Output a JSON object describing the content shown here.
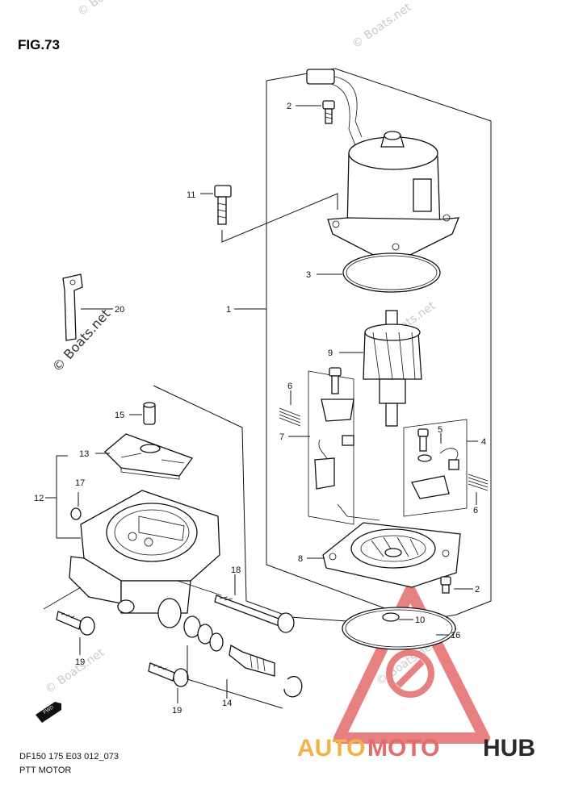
{
  "figure_title": "FIG.73",
  "footer": {
    "code": "DF150 175 E03 012_073",
    "name": "PTT MOTOR"
  },
  "watermarks": {
    "site": "© Boats.net",
    "brand_auto": "AUTO",
    "brand_moto": "MOTO",
    "brand_hub": "HUB"
  },
  "colors": {
    "brand_orange": "#f2b24a",
    "brand_red": "#e36b6b",
    "brand_dark": "#2a2a2a"
  },
  "callouts": {
    "c1": "1",
    "c2a": "2",
    "c2b": "2",
    "c3": "3",
    "c4": "4",
    "c5": "5",
    "c6a": "6",
    "c6b": "6",
    "c7": "7",
    "c8": "8",
    "c9": "9",
    "c10": "10",
    "c11": "11",
    "c12": "12",
    "c13": "13",
    "c14": "14",
    "c15": "15",
    "c16": "16",
    "c17": "17",
    "c18": "18",
    "c19a": "19",
    "c19b": "19",
    "c20": "20"
  },
  "fwd_icon": "forward-arrow-icon"
}
